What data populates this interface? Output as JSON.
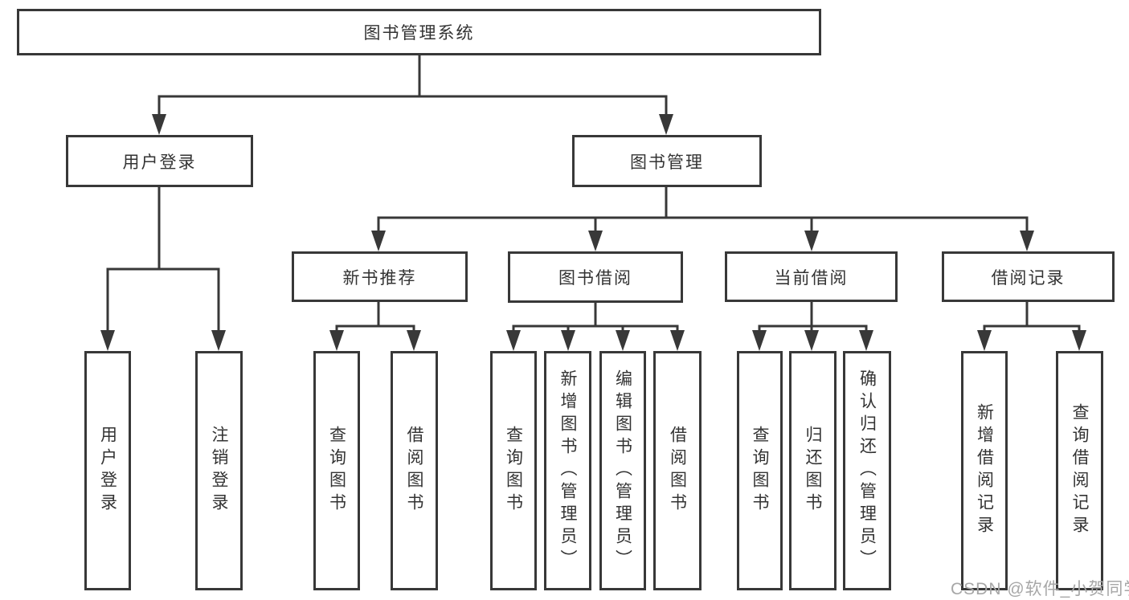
{
  "colors": {
    "line": "#383838",
    "box_border": "#383838",
    "box_background": "#ffffff",
    "text": "#333333",
    "watermark_text": "#a7a7a7",
    "page_background": "#ffffff"
  },
  "root": {
    "label": "图书管理系统"
  },
  "branches": {
    "user_login": {
      "label": "用户登录",
      "children": {
        "login": "用户登录",
        "logout": "注销登录"
      }
    },
    "book_mgmt": {
      "label": "图书管理",
      "children": {
        "new_book": {
          "label": "新书推荐",
          "children": {
            "query": "查询图书",
            "borrow": "借阅图书"
          }
        },
        "borrow": {
          "label": "图书借阅",
          "children": {
            "query": "查询图书",
            "add": "新增图书（管理员）",
            "edit": "编辑图书（管理员）",
            "borrow": "借阅图书"
          }
        },
        "current": {
          "label": "当前借阅",
          "children": {
            "query": "查询图书",
            "return": "归还图书",
            "confirm": "确认归还（管理员）"
          }
        },
        "records": {
          "label": "借阅记录",
          "children": {
            "add": "新增借阅记录",
            "query": "查询借阅记录"
          }
        }
      }
    }
  },
  "watermark": "CSDN @软件_小贺同学"
}
